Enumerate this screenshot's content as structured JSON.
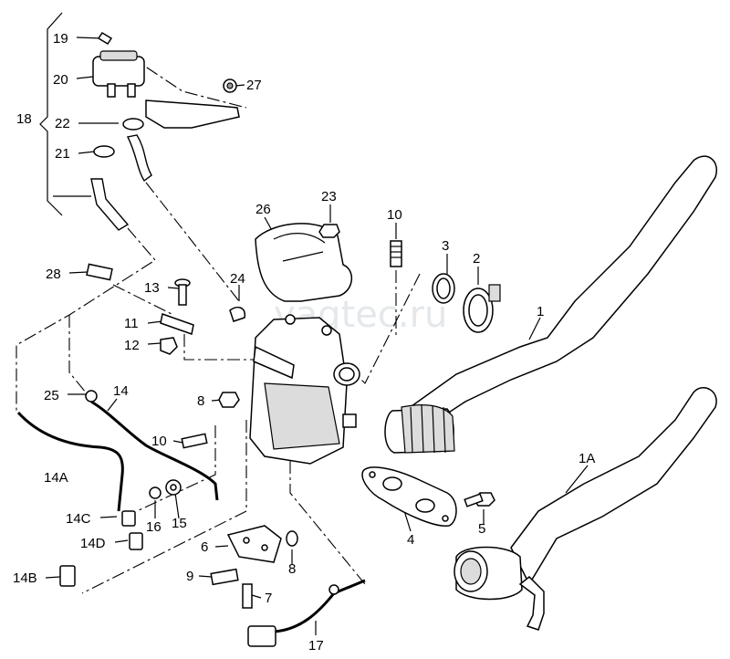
{
  "watermark": "vagtec.ru",
  "callouts": [
    {
      "id": "19",
      "text": "19"
    },
    {
      "id": "20",
      "text": "20"
    },
    {
      "id": "27",
      "text": "27"
    },
    {
      "id": "18",
      "text": "18"
    },
    {
      "id": "22",
      "text": "22"
    },
    {
      "id": "21",
      "text": "21"
    },
    {
      "id": "26",
      "text": "26"
    },
    {
      "id": "23",
      "text": "23"
    },
    {
      "id": "10a",
      "text": "10"
    },
    {
      "id": "3",
      "text": "3"
    },
    {
      "id": "2",
      "text": "2"
    },
    {
      "id": "28",
      "text": "28"
    },
    {
      "id": "13",
      "text": "13"
    },
    {
      "id": "24",
      "text": "24"
    },
    {
      "id": "11",
      "text": "11"
    },
    {
      "id": "12",
      "text": "12"
    },
    {
      "id": "1",
      "text": "1"
    },
    {
      "id": "25",
      "text": "25"
    },
    {
      "id": "14",
      "text": "14"
    },
    {
      "id": "8a",
      "text": "8"
    },
    {
      "id": "10b",
      "text": "10"
    },
    {
      "id": "1A",
      "text": "1A"
    },
    {
      "id": "14A",
      "text": "14A"
    },
    {
      "id": "14C",
      "text": "14C"
    },
    {
      "id": "16",
      "text": "16"
    },
    {
      "id": "15",
      "text": "15"
    },
    {
      "id": "4",
      "text": "4"
    },
    {
      "id": "5",
      "text": "5"
    },
    {
      "id": "14D",
      "text": "14D"
    },
    {
      "id": "6",
      "text": "6"
    },
    {
      "id": "8b",
      "text": "8"
    },
    {
      "id": "14B",
      "text": "14B"
    },
    {
      "id": "9",
      "text": "9"
    },
    {
      "id": "7",
      "text": "7"
    },
    {
      "id": "17",
      "text": "17"
    }
  ]
}
